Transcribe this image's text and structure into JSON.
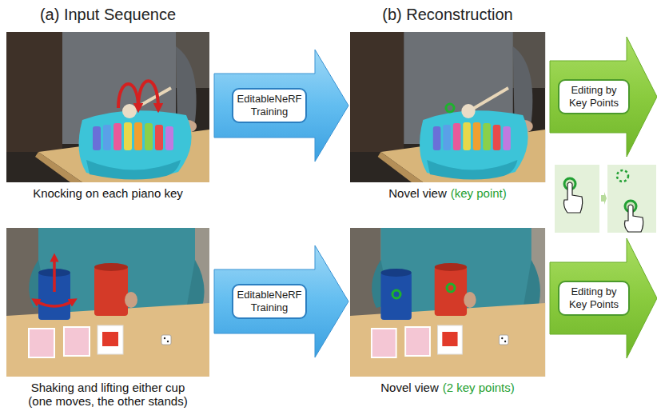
{
  "diagram": {
    "nodes": [
      {
        "text": [
          "Knocking on each piano key"
        ]
      },
      {
        "text": [
          "EditableNeRF Training"
        ]
      },
      {
        "text": [
          "Novel view",
          "(key point)"
        ]
      },
      {
        "text": [
          "Editing by Key Points"
        ]
      },
      {
        "text": [
          "Shaking and lifting either cup (one moves, the other stands)"
        ]
      },
      {
        "text": [
          "EditableNeRF Training"
        ]
      },
      {
        "text": [
          "Novel view",
          "(2 key points)"
        ]
      },
      {
        "text": [
          "Editing by Key Points"
        ]
      }
    ],
    "labels": [
      "(a) Input Sequence",
      "(b) Reconstruction"
    ]
  }
}
